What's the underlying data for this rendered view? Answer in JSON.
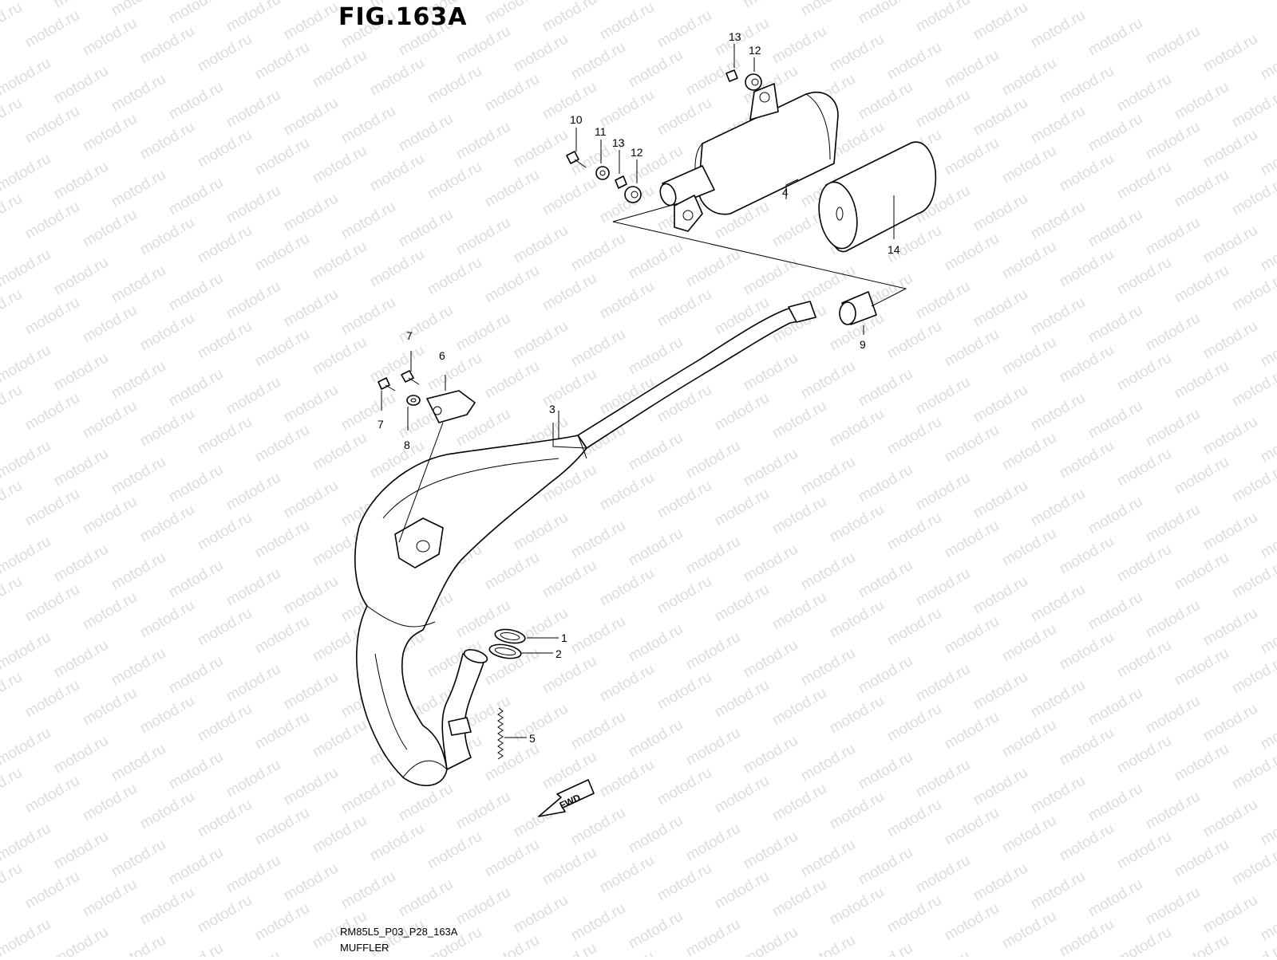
{
  "figure": {
    "title": "FIG.163A",
    "drawing_code": "RM85L5_P03_P28_163A",
    "name": "MUFFLER",
    "watermark": "motod.ru",
    "fwd_label": "FWD"
  },
  "callouts": [
    {
      "id": "c1",
      "label": "1"
    },
    {
      "id": "c2",
      "label": "2"
    },
    {
      "id": "c3",
      "label": "3"
    },
    {
      "id": "c4",
      "label": "4"
    },
    {
      "id": "c5",
      "label": "5"
    },
    {
      "id": "c6",
      "label": "6"
    },
    {
      "id": "c7a",
      "label": "7"
    },
    {
      "id": "c7b",
      "label": "7"
    },
    {
      "id": "c8",
      "label": "8"
    },
    {
      "id": "c9",
      "label": "9"
    },
    {
      "id": "c10",
      "label": "10"
    },
    {
      "id": "c11",
      "label": "11"
    },
    {
      "id": "c12a",
      "label": "12"
    },
    {
      "id": "c12b",
      "label": "12"
    },
    {
      "id": "c13a",
      "label": "13"
    },
    {
      "id": "c13b",
      "label": "13"
    },
    {
      "id": "c14",
      "label": "14"
    }
  ]
}
